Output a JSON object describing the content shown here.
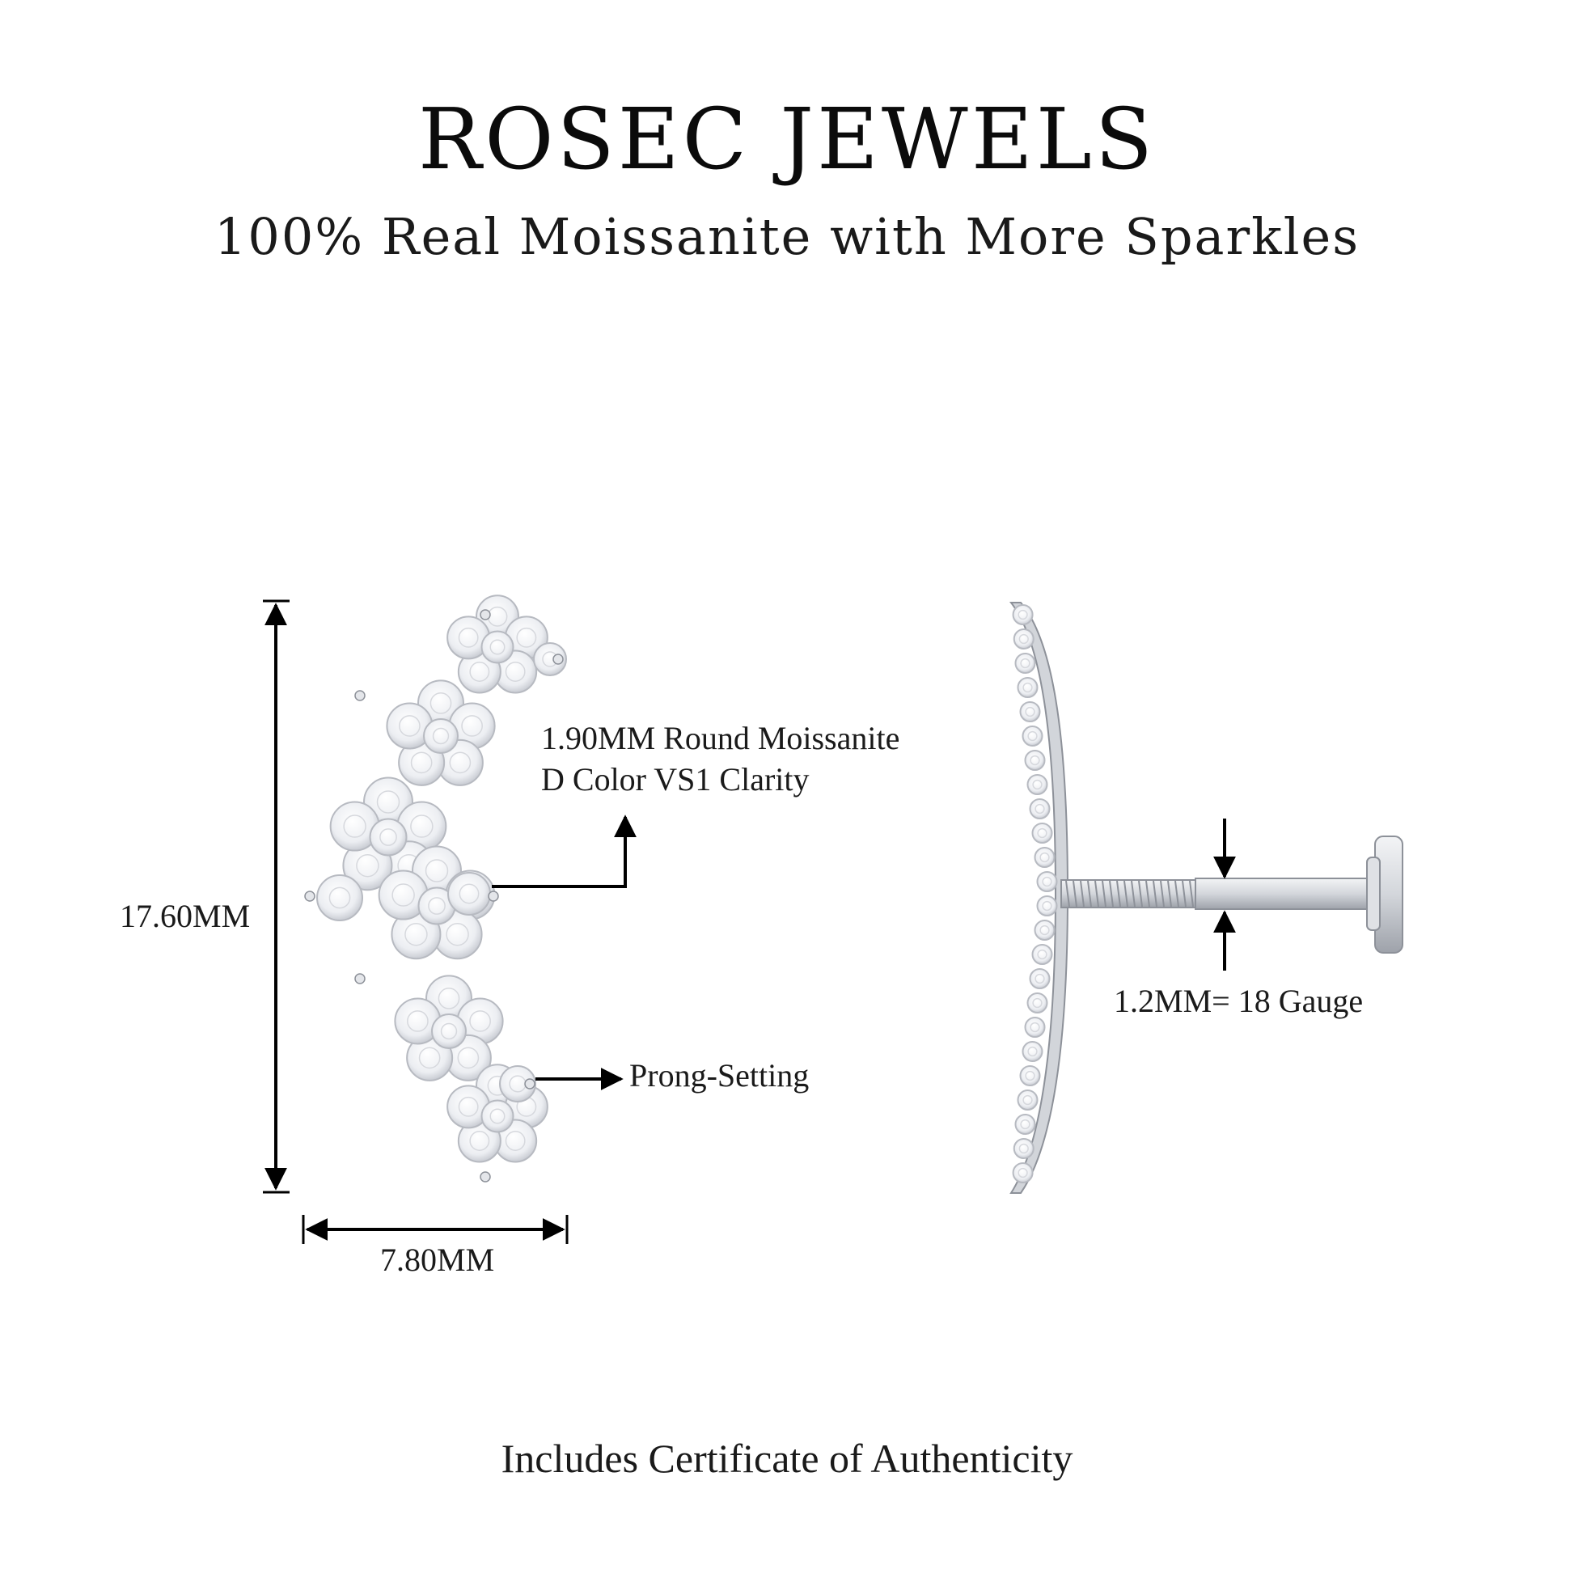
{
  "header": {
    "brand": "ROSEC JEWELS",
    "tagline": "100% Real Moissanite with More Sparkles"
  },
  "dimensions": {
    "height": "17.60MM",
    "width": "7.80MM",
    "gauge": "1.2MM= 18 Gauge"
  },
  "callouts": {
    "stone_size": "1.90MM Round Moissanite",
    "stone_grade": "D Color VS1 Clarity",
    "setting": "Prong-Setting"
  },
  "footer": {
    "certificate": "Includes Certificate of Authenticity"
  },
  "colors": {
    "metal": "#c9ccd2",
    "metal_dark": "#8d9199",
    "stone": "#f4f5f7",
    "line": "#000000"
  }
}
